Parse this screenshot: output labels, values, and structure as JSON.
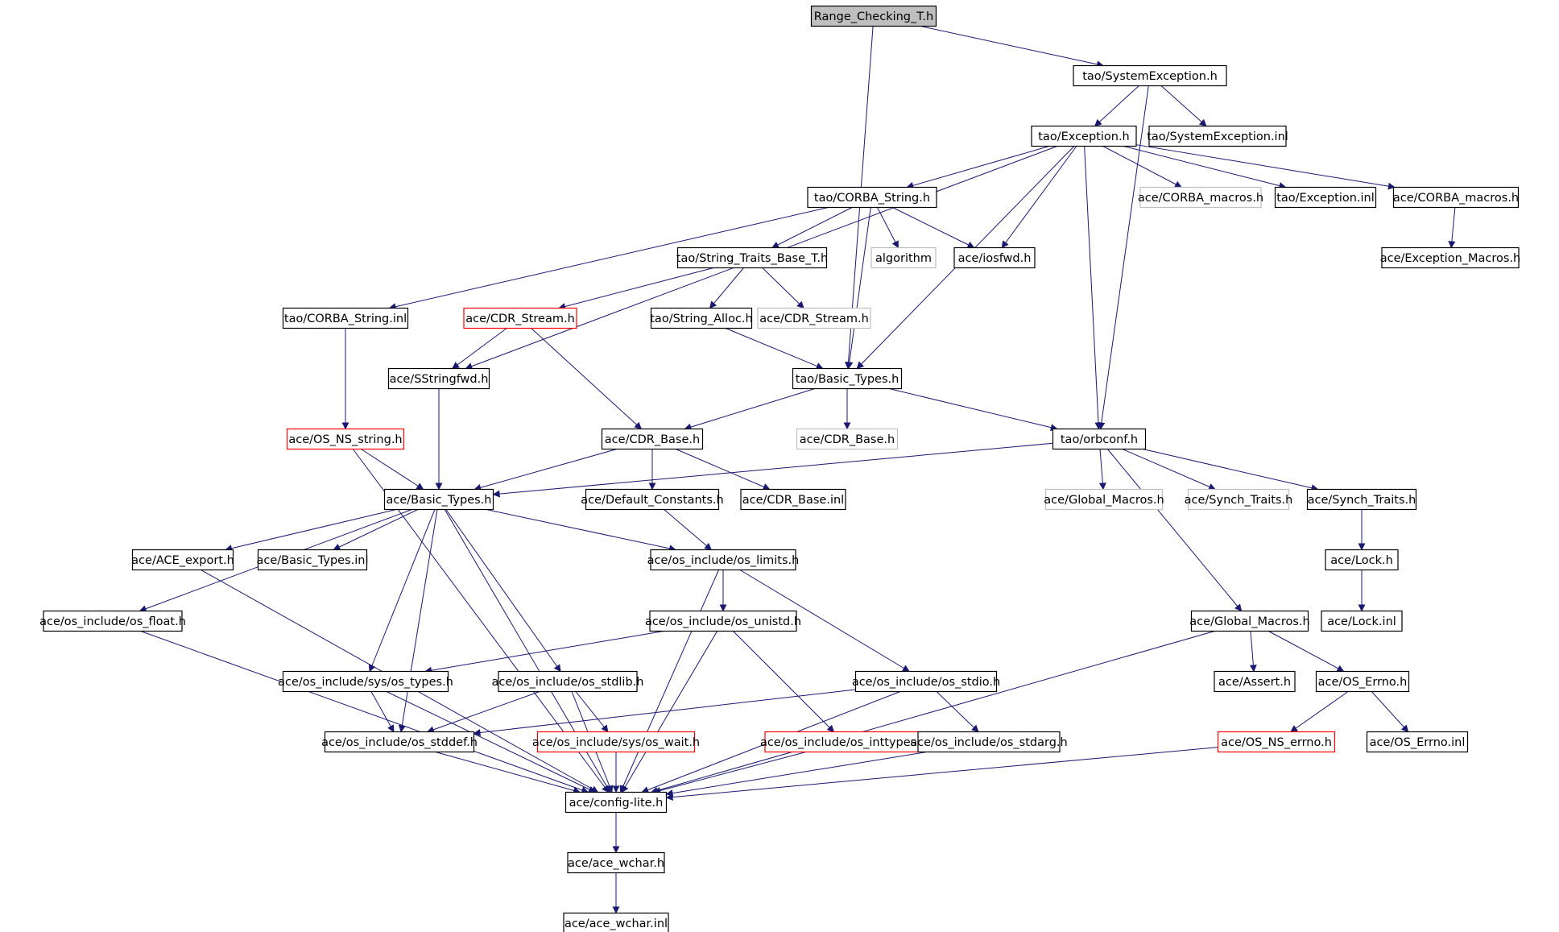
{
  "colors": {
    "edge": "#191970",
    "border_normal": "#000000",
    "border_red": "#ff0000",
    "border_gray": "#bfbfbf",
    "fill_root": "#bfbfbf",
    "fill_normal": "#ffffff"
  },
  "nodes": [
    {
      "id": "root",
      "label": "Range_Checking_T.h",
      "style": "root"
    },
    {
      "id": "sysexc",
      "label": "tao/SystemException.h",
      "style": "normal"
    },
    {
      "id": "exc",
      "label": "tao/Exception.h",
      "style": "normal"
    },
    {
      "id": "sysexcinl",
      "label": "tao/SystemException.inl",
      "style": "normal"
    },
    {
      "id": "corbastr",
      "label": "tao/CORBA_String.h",
      "style": "normal"
    },
    {
      "id": "corbamacros_g",
      "label": "ace/CORBA_macros.h",
      "style": "gray"
    },
    {
      "id": "excinl",
      "label": "tao/Exception.inl",
      "style": "normal"
    },
    {
      "id": "corbamacros",
      "label": "ace/CORBA_macros.h",
      "style": "normal"
    },
    {
      "id": "strtraits",
      "label": "tao/String_Traits_Base_T.h",
      "style": "normal"
    },
    {
      "id": "algorithm",
      "label": "algorithm",
      "style": "gray"
    },
    {
      "id": "iosfwd",
      "label": "ace/iosfwd.h",
      "style": "normal"
    },
    {
      "id": "excmacros",
      "label": "ace/Exception_Macros.h",
      "style": "normal"
    },
    {
      "id": "corbastrinl",
      "label": "tao/CORBA_String.inl",
      "style": "normal"
    },
    {
      "id": "cdrstream_r",
      "label": "ace/CDR_Stream.h",
      "style": "red"
    },
    {
      "id": "stralloc",
      "label": "tao/String_Alloc.h",
      "style": "normal"
    },
    {
      "id": "cdrstream_g",
      "label": "ace/CDR_Stream.h",
      "style": "gray"
    },
    {
      "id": "sstringfwd",
      "label": "ace/SStringfwd.h",
      "style": "normal"
    },
    {
      "id": "taobasic",
      "label": "tao/Basic_Types.h",
      "style": "normal"
    },
    {
      "id": "osnsstring",
      "label": "ace/OS_NS_string.h",
      "style": "red"
    },
    {
      "id": "cdrbase",
      "label": "ace/CDR_Base.h",
      "style": "normal"
    },
    {
      "id": "cdrbase_g",
      "label": "ace/CDR_Base.h",
      "style": "gray"
    },
    {
      "id": "orbconf",
      "label": "tao/orbconf.h",
      "style": "normal"
    },
    {
      "id": "acebasic",
      "label": "ace/Basic_Types.h",
      "style": "normal"
    },
    {
      "id": "defconst",
      "label": "ace/Default_Constants.h",
      "style": "normal"
    },
    {
      "id": "cdrbaseinl",
      "label": "ace/CDR_Base.inl",
      "style": "normal"
    },
    {
      "id": "globalmacros_g",
      "label": "ace/Global_Macros.h",
      "style": "gray"
    },
    {
      "id": "synchtraits_g",
      "label": "ace/Synch_Traits.h",
      "style": "gray"
    },
    {
      "id": "synchtraits",
      "label": "ace/Synch_Traits.h",
      "style": "normal"
    },
    {
      "id": "aceexport",
      "label": "ace/ACE_export.h",
      "style": "normal"
    },
    {
      "id": "basicinl",
      "label": "ace/Basic_Types.inl",
      "style": "normal"
    },
    {
      "id": "oslimits",
      "label": "ace/os_include/os_limits.h",
      "style": "normal"
    },
    {
      "id": "lock",
      "label": "ace/Lock.h",
      "style": "normal"
    },
    {
      "id": "osfloat",
      "label": "ace/os_include/os_float.h",
      "style": "normal"
    },
    {
      "id": "osunistd",
      "label": "ace/os_include/os_unistd.h",
      "style": "normal"
    },
    {
      "id": "globalmacros",
      "label": "ace/Global_Macros.h",
      "style": "normal"
    },
    {
      "id": "lockinl",
      "label": "ace/Lock.inl",
      "style": "normal"
    },
    {
      "id": "systypes",
      "label": "ace/os_include/sys/os_types.h",
      "style": "normal"
    },
    {
      "id": "osstdlib",
      "label": "ace/os_include/os_stdlib.h",
      "style": "normal"
    },
    {
      "id": "osstdio",
      "label": "ace/os_include/os_stdio.h",
      "style": "normal"
    },
    {
      "id": "aceassert",
      "label": "ace/Assert.h",
      "style": "normal"
    },
    {
      "id": "oserrno",
      "label": "ace/OS_Errno.h",
      "style": "normal"
    },
    {
      "id": "osstddef",
      "label": "ace/os_include/os_stddef.h",
      "style": "normal"
    },
    {
      "id": "syswait",
      "label": "ace/os_include/sys/os_wait.h",
      "style": "red"
    },
    {
      "id": "osinttypes",
      "label": "ace/os_include/os_inttypes.h",
      "style": "red"
    },
    {
      "id": "osstdarg",
      "label": "ace/os_include/os_stdarg.h",
      "style": "normal"
    },
    {
      "id": "osnserrno",
      "label": "ace/OS_NS_errno.h",
      "style": "red"
    },
    {
      "id": "oserrnoinl",
      "label": "ace/OS_Errno.inl",
      "style": "normal"
    },
    {
      "id": "configlite",
      "label": "ace/config-lite.h",
      "style": "normal"
    },
    {
      "id": "acewchar",
      "label": "ace/ace_wchar.h",
      "style": "normal"
    },
    {
      "id": "acewcharinl",
      "label": "ace/ace_wchar.inl",
      "style": "normal"
    }
  ],
  "edges": [
    [
      "root",
      "sysexc"
    ],
    [
      "root",
      "taobasic"
    ],
    [
      "sysexc",
      "exc"
    ],
    [
      "sysexc",
      "sysexcinl"
    ],
    [
      "sysexc",
      "orbconf"
    ],
    [
      "exc",
      "corbastr"
    ],
    [
      "exc",
      "corbamacros_g"
    ],
    [
      "exc",
      "excinl"
    ],
    [
      "exc",
      "corbamacros"
    ],
    [
      "exc",
      "iosfwd"
    ],
    [
      "exc",
      "taobasic"
    ],
    [
      "exc",
      "orbconf"
    ],
    [
      "exc",
      "sstringfwd"
    ],
    [
      "corbamacros",
      "excmacros"
    ],
    [
      "corbastr",
      "strtraits"
    ],
    [
      "corbastr",
      "algorithm"
    ],
    [
      "corbastr",
      "iosfwd"
    ],
    [
      "corbastr",
      "corbastrinl"
    ],
    [
      "corbastr",
      "taobasic"
    ],
    [
      "strtraits",
      "cdrstream_r"
    ],
    [
      "strtraits",
      "stralloc"
    ],
    [
      "strtraits",
      "cdrstream_g"
    ],
    [
      "corbastrinl",
      "osnsstring"
    ],
    [
      "cdrstream_r",
      "sstringfwd"
    ],
    [
      "cdrstream_r",
      "cdrbase"
    ],
    [
      "stralloc",
      "taobasic"
    ],
    [
      "sstringfwd",
      "acebasic"
    ],
    [
      "taobasic",
      "cdrbase"
    ],
    [
      "taobasic",
      "cdrbase_g"
    ],
    [
      "taobasic",
      "orbconf"
    ],
    [
      "osnsstring",
      "acebasic"
    ],
    [
      "osnsstring",
      "configlite"
    ],
    [
      "cdrbase",
      "acebasic"
    ],
    [
      "cdrbase",
      "defconst"
    ],
    [
      "cdrbase",
      "cdrbaseinl"
    ],
    [
      "orbconf",
      "acebasic"
    ],
    [
      "orbconf",
      "globalmacros_g"
    ],
    [
      "orbconf",
      "synchtraits_g"
    ],
    [
      "orbconf",
      "synchtraits"
    ],
    [
      "orbconf",
      "globalmacros"
    ],
    [
      "acebasic",
      "aceexport"
    ],
    [
      "acebasic",
      "basicinl"
    ],
    [
      "acebasic",
      "oslimits"
    ],
    [
      "acebasic",
      "osfloat"
    ],
    [
      "acebasic",
      "systypes"
    ],
    [
      "acebasic",
      "osstdlib"
    ],
    [
      "acebasic",
      "osstddef"
    ],
    [
      "acebasic",
      "configlite"
    ],
    [
      "defconst",
      "oslimits"
    ],
    [
      "synchtraits",
      "lock"
    ],
    [
      "lock",
      "lockinl"
    ],
    [
      "aceexport",
      "configlite"
    ],
    [
      "oslimits",
      "osunistd"
    ],
    [
      "oslimits",
      "osstdio"
    ],
    [
      "oslimits",
      "configlite"
    ],
    [
      "osfloat",
      "configlite"
    ],
    [
      "osunistd",
      "systypes"
    ],
    [
      "osunistd",
      "osinttypes"
    ],
    [
      "osunistd",
      "configlite"
    ],
    [
      "globalmacros",
      "aceassert"
    ],
    [
      "globalmacros",
      "oserrno"
    ],
    [
      "globalmacros",
      "configlite"
    ],
    [
      "systypes",
      "osstddef"
    ],
    [
      "systypes",
      "configlite"
    ],
    [
      "osstdlib",
      "osstddef"
    ],
    [
      "osstdlib",
      "syswait"
    ],
    [
      "osstdlib",
      "configlite"
    ],
    [
      "osstdio",
      "osstddef"
    ],
    [
      "osstdio",
      "osstdarg"
    ],
    [
      "osstdio",
      "configlite"
    ],
    [
      "oserrno",
      "osnserrno"
    ],
    [
      "oserrno",
      "oserrnoinl"
    ],
    [
      "osstddef",
      "configlite"
    ],
    [
      "syswait",
      "configlite"
    ],
    [
      "osinttypes",
      "configlite"
    ],
    [
      "osstdarg",
      "configlite"
    ],
    [
      "osnserrno",
      "configlite"
    ],
    [
      "configlite",
      "acewchar"
    ],
    [
      "acewchar",
      "acewcharinl"
    ]
  ]
}
